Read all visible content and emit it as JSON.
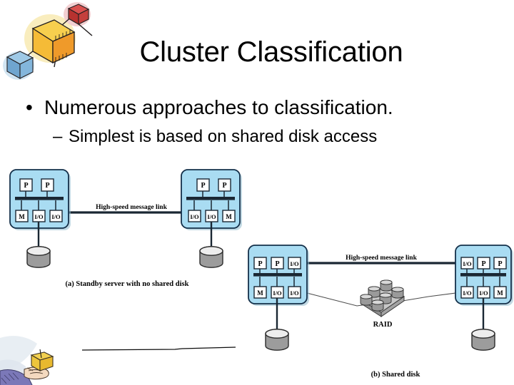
{
  "slide": {
    "title": "Cluster Classification",
    "bullets": [
      {
        "marker": "•",
        "text": "Numerous approaches to classification.",
        "level": 1
      },
      {
        "marker": "–",
        "text": "Simplest is based on shared disk access",
        "level": 2
      }
    ]
  },
  "clipart": {
    "top_left": "network-boxes-clipart",
    "bottom_left": "hand-holding-box-clipart"
  },
  "figure": {
    "name": "cluster-configurations-figure",
    "diagram_a": {
      "caption": "(a) Standby server with no shared disk",
      "link_label": "High-speed message link",
      "left_server": {
        "name": "server-node-a-left",
        "top_row": [
          "P",
          "P"
        ],
        "bottom_row": [
          "M",
          "I/O",
          "I/O"
        ],
        "disk": "local-disk"
      },
      "right_server": {
        "name": "server-node-a-right",
        "top_row": [
          "P",
          "P"
        ],
        "bottom_row": [
          "I/O",
          "I/O",
          "M"
        ],
        "disk": "local-disk"
      }
    },
    "diagram_b": {
      "caption": "(b) Shared disk",
      "link_label": "High-speed message link",
      "raid_label": "RAID",
      "left_server": {
        "name": "server-node-b-left",
        "top_row": [
          "P",
          "P",
          "I/O"
        ],
        "bottom_row": [
          "M",
          "I/O",
          "I/O"
        ],
        "disk": "local-disk"
      },
      "right_server": {
        "name": "server-node-b-right",
        "top_row": [
          "I/O",
          "P",
          "P"
        ],
        "bottom_row": [
          "I/O",
          "I/O",
          "M"
        ],
        "disk": "local-disk"
      }
    }
  },
  "colors": {
    "server_fill": "#a9dcf2",
    "server_stroke": "#14304a",
    "bus": "#1a2733",
    "disk_body": "#9c9c9c",
    "disk_top": "#e8e8e8",
    "text": "#000000",
    "clip_orange": "#f0a63c",
    "clip_yellow": "#f6d04b",
    "clip_red": "#c8373c",
    "clip_blue": "#7fb4dd"
  }
}
